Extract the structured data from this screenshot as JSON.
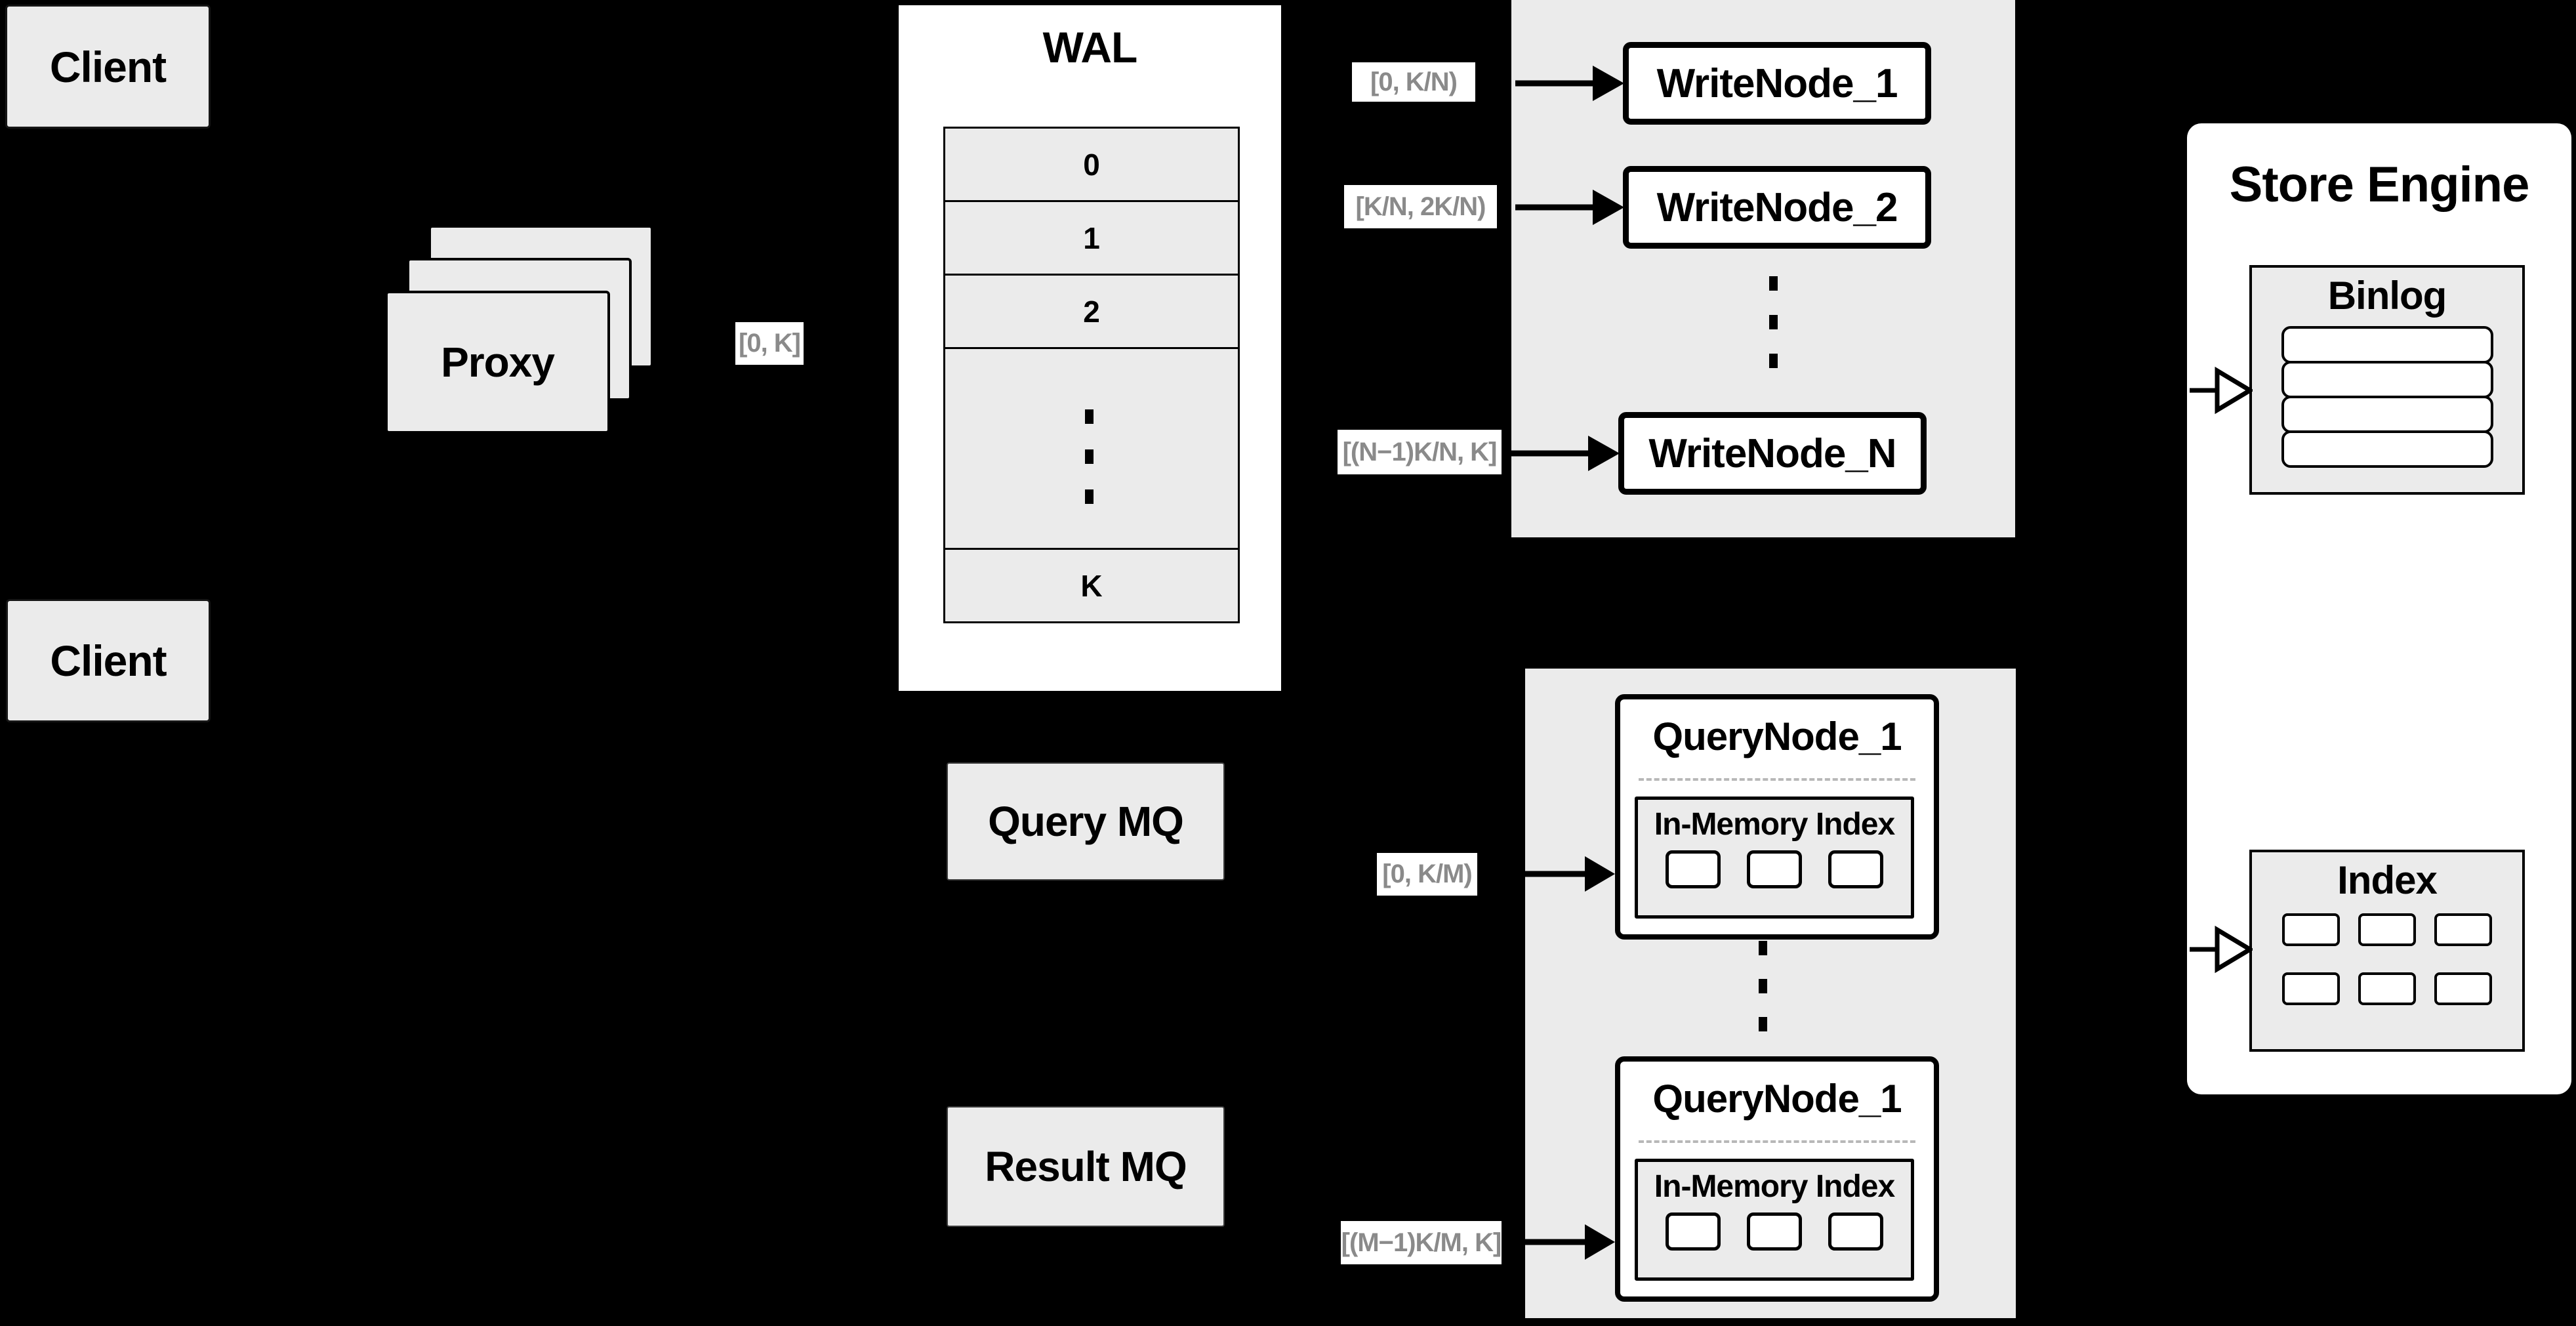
{
  "colors": {
    "background": "#000000",
    "panel_gray": "#ebebeb",
    "node_white": "#ffffff",
    "border_black": "#000000",
    "label_text_gray": "#8a8a8a"
  },
  "clients": {
    "top": "Client",
    "bottom": "Client"
  },
  "proxy": {
    "label": "Proxy"
  },
  "edge_labels": {
    "proxy_to_wal": "[0, K]",
    "write": [
      "[0, K/N)",
      "[K/N, 2K/N)",
      "[(N−1)K/N, K]"
    ],
    "query": [
      "[0, K/M)",
      "[(M−1)K/M, K]"
    ]
  },
  "wal": {
    "title": "WAL",
    "rows": [
      "0",
      "1",
      "2"
    ],
    "last_row": "K"
  },
  "write_nodes": [
    "WriteNode_1",
    "WriteNode_2",
    "WriteNode_N"
  ],
  "query_mq": {
    "label": "Query MQ"
  },
  "result_mq": {
    "label": "Result MQ"
  },
  "query_nodes": [
    {
      "title": "QueryNode_1",
      "inner_title": "In-Memory Index"
    },
    {
      "title": "QueryNode_1",
      "inner_title": "In-Memory Index"
    }
  ],
  "store_engine": {
    "title": "Store Engine",
    "binlog_title": "Binlog",
    "index_title": "Index"
  }
}
